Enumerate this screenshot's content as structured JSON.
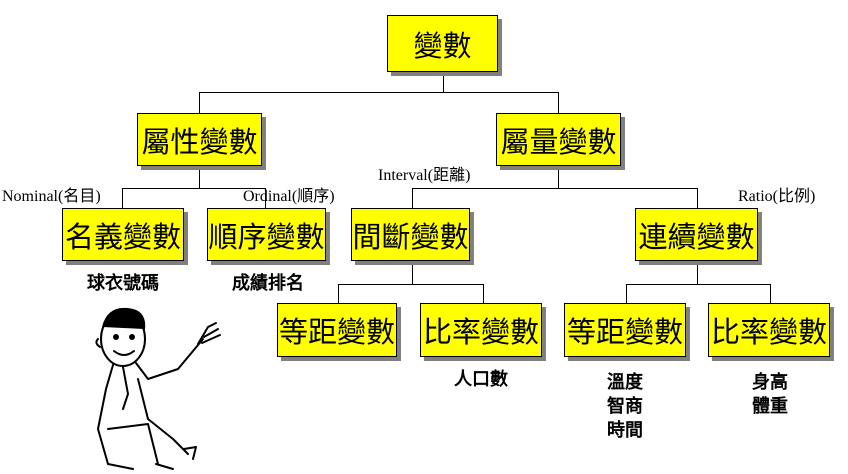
{
  "root": "變數",
  "level1": {
    "categorical": "屬性變數",
    "quantitative": "屬量變數"
  },
  "level2": {
    "nominal": "名義變數",
    "ordinal": "順序變數",
    "discrete": "間斷變數",
    "continuous": "連續變數"
  },
  "level3": {
    "discrete_interval": "等距變數",
    "discrete_ratio": "比率變數",
    "continuous_interval": "等距變數",
    "continuous_ratio": "比率變數"
  },
  "labels": {
    "nominal": "Nominal(名目)",
    "ordinal": "Ordinal(順序)",
    "interval": "Interval(距離)",
    "ratio": "Ratio(比例)"
  },
  "examples": {
    "nominal": "球衣號碼",
    "ordinal": "成績排名",
    "discrete_ratio": "人口數",
    "continuous_interval": [
      "溫度",
      "智商",
      "時間"
    ],
    "continuous_ratio": [
      "身高",
      "體重"
    ]
  },
  "colors": {
    "box_fill": "#ffff00",
    "shadow": "#808080"
  }
}
